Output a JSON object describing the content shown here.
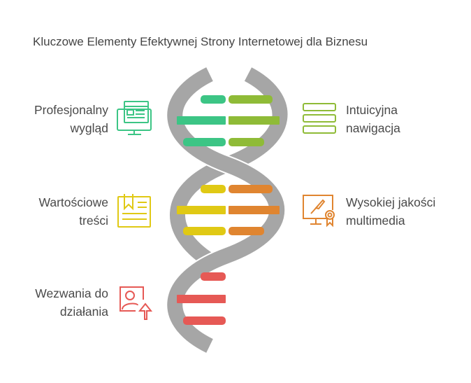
{
  "title": "Kluczowe Elementy Efektywnej Strony Internetowej dla Biznesu",
  "items": [
    {
      "label_line1": "Profesjonalny",
      "label_line2": "wygląd",
      "icon": "monitor-layout-icon",
      "color": "#3cc585"
    },
    {
      "label_line1": "Intuicyjna",
      "label_line2": "nawigacja",
      "icon": "menu-bars-icon",
      "color": "#8fbb37"
    },
    {
      "label_line1": "Wartościowe",
      "label_line2": "treści",
      "icon": "document-bookmark-icon",
      "color": "#e0c914"
    },
    {
      "label_line1": "Wysokiej jakości",
      "label_line2": "multimedia",
      "icon": "monitor-brush-award-icon",
      "color": "#e08530"
    },
    {
      "label_line1": "Wezwania do",
      "label_line2": "działania",
      "icon": "user-upload-icon",
      "color": "#e65955"
    }
  ],
  "strand_color": "#a6a6a6"
}
